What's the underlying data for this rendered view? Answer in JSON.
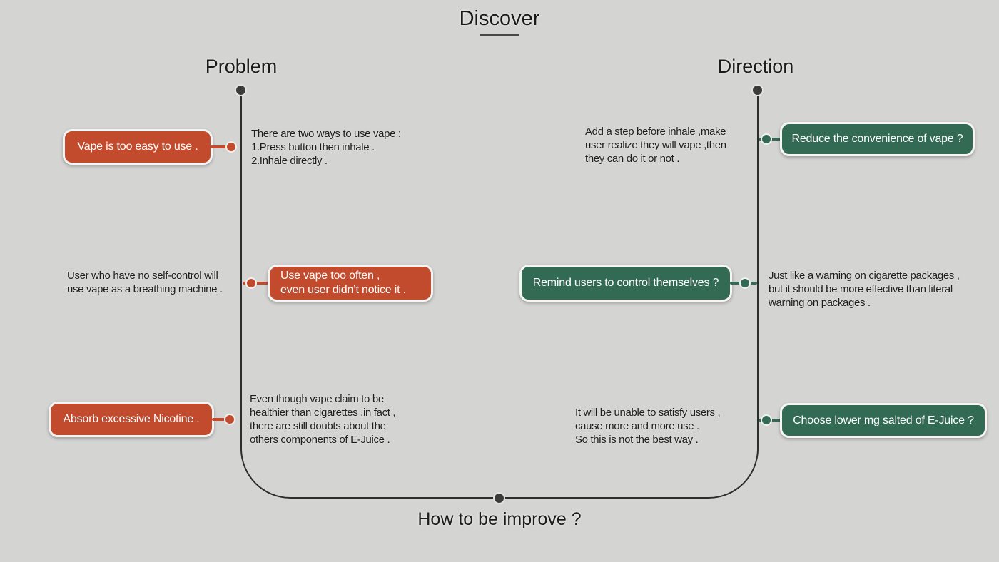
{
  "title": {
    "text": "Discover"
  },
  "footer": {
    "text": "How to be improve ?"
  },
  "columns": {
    "problem": {
      "heading": "Problem"
    },
    "direction": {
      "heading": "Direction"
    }
  },
  "colors": {
    "background": "#d4d4d3",
    "line": "#2d2d2d",
    "problem_accent": "#c24b2e",
    "direction_accent": "#326a53"
  },
  "rows": [
    {
      "problem_box": "Vape is too easy to use .",
      "problem_note": "There are two ways to use vape :\n1.Press button then inhale .\n2.Inhale directly .",
      "direction_note": "Add a step before inhale ,make\nuser realize they will vape ,then\nthey can do it or not .",
      "direction_box": "Reduce the convenience of vape ?"
    },
    {
      "problem_note": "User who have no self-control will\nuse vape as a breathing machine .",
      "problem_box": "Use vape too often ,\neven user didn’t notice it .",
      "direction_box": "Remind users to control themselves ?",
      "direction_note": "Just like a warning on cigarette packages ,\nbut it should be more effective than literal\nwarning on packages ."
    },
    {
      "problem_box": "Absorb excessive Nicotine .",
      "problem_note": "Even though vape claim to be\nhealthier than cigarettes ,in fact ,\nthere are still doubts about the\nothers components of E-Juice .",
      "direction_note": "It will be unable to satisfy users ,\ncause more and more use .\nSo this is not the best way .",
      "direction_box": "Choose lower mg salted of E-Juice ?"
    }
  ]
}
